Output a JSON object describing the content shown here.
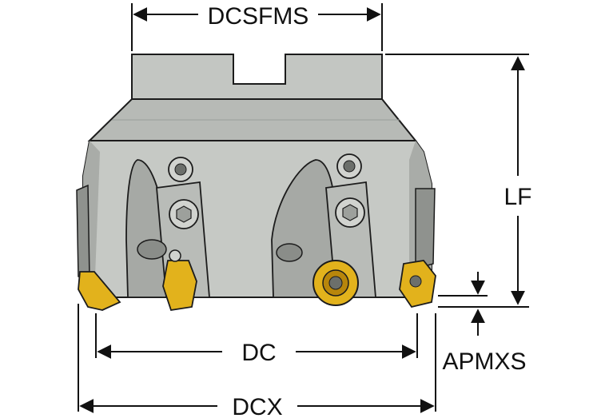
{
  "labels": {
    "dcsfms": "DCSFMS",
    "lf": "LF",
    "dc": "DC",
    "apmxs": "APMXS",
    "dcx": "DCX"
  },
  "colors": {
    "body": "#c3c6c2",
    "body_shadow": "#a9aca8",
    "body_dark": "#8f928e",
    "outline": "#1c1c1c",
    "insert_gold": "#e2b21c",
    "insert_dark": "#b8860b",
    "line": "#111111"
  }
}
